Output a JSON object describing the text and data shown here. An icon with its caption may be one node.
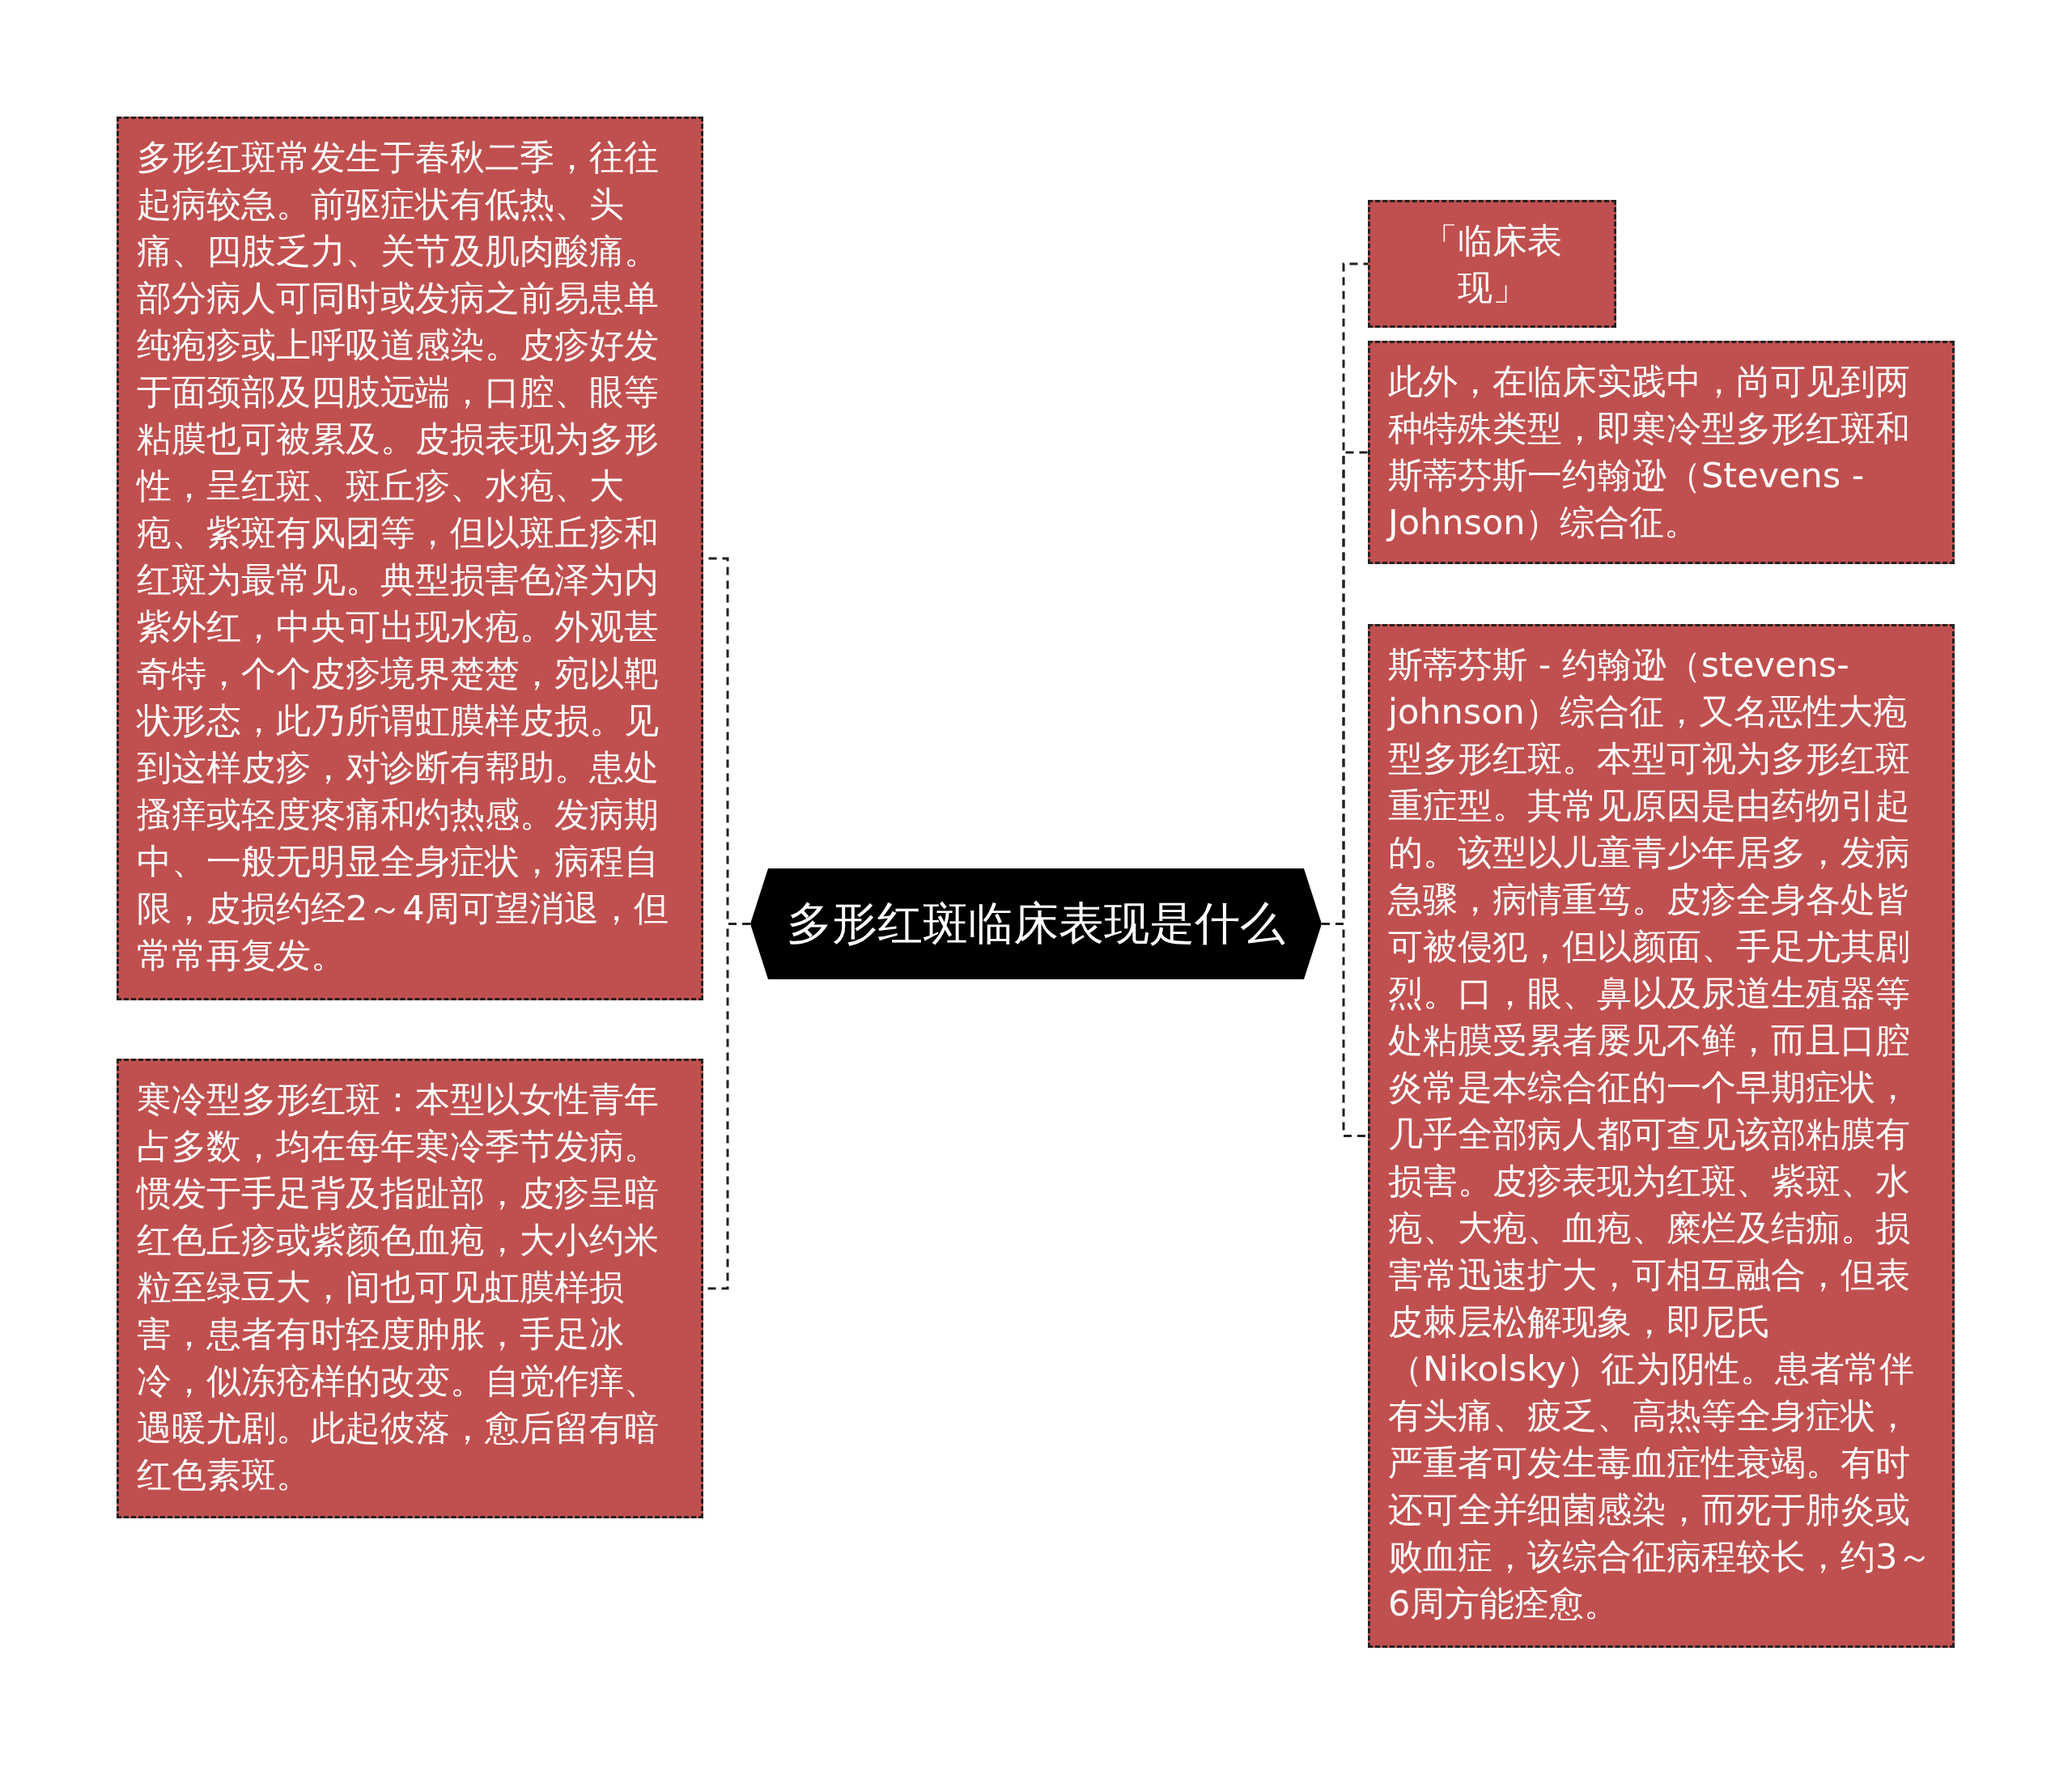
{
  "diagram": {
    "nodes": [
      {
        "text": [
          "多形红斑临床表现是什么"
        ]
      },
      {
        "text": [
          "多形红斑常发生于春秋二季，往往起病较急。前驱症状有低热、头痛、四肢乏力、关节及肌肉酸痛。部分病人可同时或发病之前易患单纯疱疹或上呼吸道感染。皮疹好发于面颈部及四肢远端，口腔、眼等粘膜也可被累及。皮损表现为多形性，呈红斑、斑丘疹、水疱、大疱、紫斑有风团等，但以斑丘疹和红斑为最常见。典型损害色泽为内紫外红，中央可出现水疱。外观甚奇特，个个皮疹境界楚楚，宛以靶状形态，此乃所谓虹膜样皮损。见到这样皮疹，对诊断有帮助。患处搔痒或轻度疼痛和灼热感。发病期中、一般无明显全身症状，病程自限，皮损约经2～4周可望消退，但常常再复发。"
        ]
      },
      {
        "text": [
          "寒冷型多形红斑：本型以女性青年占多数，均在每年寒冷季节发病。惯发于手足背及指趾部，皮疹呈暗红色丘疹或紫颜色血疱，大小约米粒至绿豆大，间也可见虹膜样损害，患者有时轻度肿胀，手足冰冷，似冻疮样的改变。自觉作痒、遇暖尤剧。此起彼落，愈后留有暗红色素斑。"
        ]
      },
      {
        "text": [
          "「临床表现」"
        ]
      },
      {
        "text": [
          "此外，在临床实践中，尚可见到两种特殊类型，即寒冷型多形红斑和斯蒂芬斯一约翰逊（Stevens - Johnson）综合征。"
        ]
      },
      {
        "text": [
          "斯蒂芬斯 - 约翰逊（stevens-johnson）综合征，又名恶性大疱型多形红斑。本型可视为多形红斑重症型。其常见原因是由药物引起的。该型以儿童青少年居多，发病急骤，病情重笃。皮疹全身各处皆可被侵犯，但以颜面、手足尤其剧烈。口，眼、鼻以及尿道生殖器等处粘膜受累者屡见不鲜，而且口腔炎常是本综合征的一个早期症状，几乎全部病人都可查见该部粘膜有损害。皮疹表现为红斑、紫斑、水疱、大疱、血疱、糜烂及结痂。损害常迅速扩大，可相互融合，但表皮棘层松解现象，即尼氏（Nikolsky）征为阴性。患者常伴有头痛、疲乏、高热等全身症状，严重者可发生毒血症性衰竭。有时还可全并细菌感染，而死于肺炎或败血症，该综合征病程较长，约3～6周方能痊愈。"
        ]
      }
    ],
    "edges": [
      {
        "from": 0,
        "to": 1,
        "arrow": "none"
      },
      {
        "from": 0,
        "to": 2,
        "arrow": "none"
      },
      {
        "from": 0,
        "to": 3,
        "arrow": "none"
      },
      {
        "from": 0,
        "to": 4,
        "arrow": "none"
      },
      {
        "from": 0,
        "to": 5,
        "arrow": "none"
      }
    ]
  }
}
